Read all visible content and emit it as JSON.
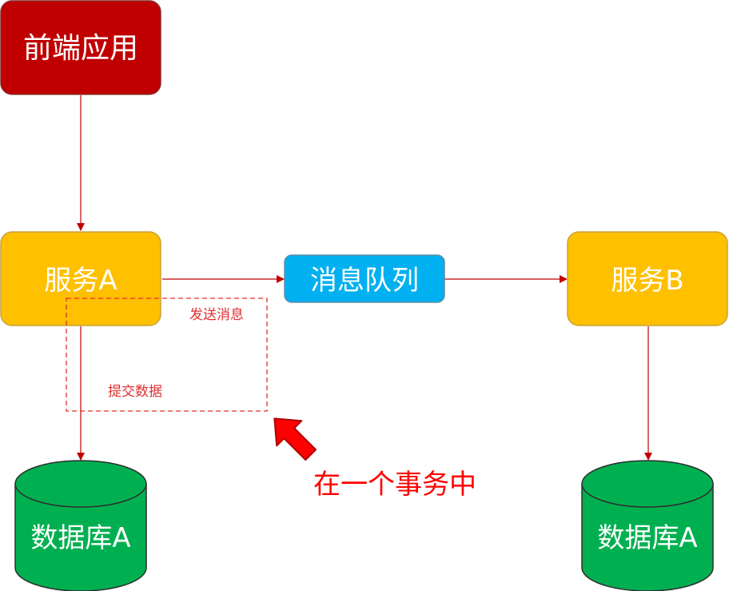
{
  "nodes": {
    "frontend": {
      "label": "前端应用",
      "fill": "#C00000",
      "stroke": "#8B2E2E",
      "text_color": "#FFFFFF"
    },
    "service_a": {
      "label": "服务A",
      "fill": "#FFC000",
      "stroke": "#C9A13A",
      "text_color": "#FFFFFF"
    },
    "message_queue": {
      "label": "消息队列",
      "fill": "#00B0F0",
      "stroke": "#5B8FA8",
      "text_color": "#FFFFFF"
    },
    "service_b": {
      "label": "服务B",
      "fill": "#FFC000",
      "stroke": "#C9A13A",
      "text_color": "#FFFFFF"
    },
    "database_a": {
      "label": "数据库A",
      "fill": "#00B050",
      "stroke": "#2E2E2E",
      "text_color": "#FFFFFF"
    },
    "database_b": {
      "label": "数据库A",
      "fill": "#00B050",
      "stroke": "#2E2E2E",
      "text_color": "#FFFFFF"
    }
  },
  "annotations": {
    "send_message": "发送消息",
    "commit_data": "提交数据",
    "in_one_transaction": "在一个事务中"
  },
  "colors": {
    "connector": "#C00000",
    "transaction_box": "#E03030",
    "callout_arrow": "#FF0000",
    "callout_text": "#FF0000"
  }
}
